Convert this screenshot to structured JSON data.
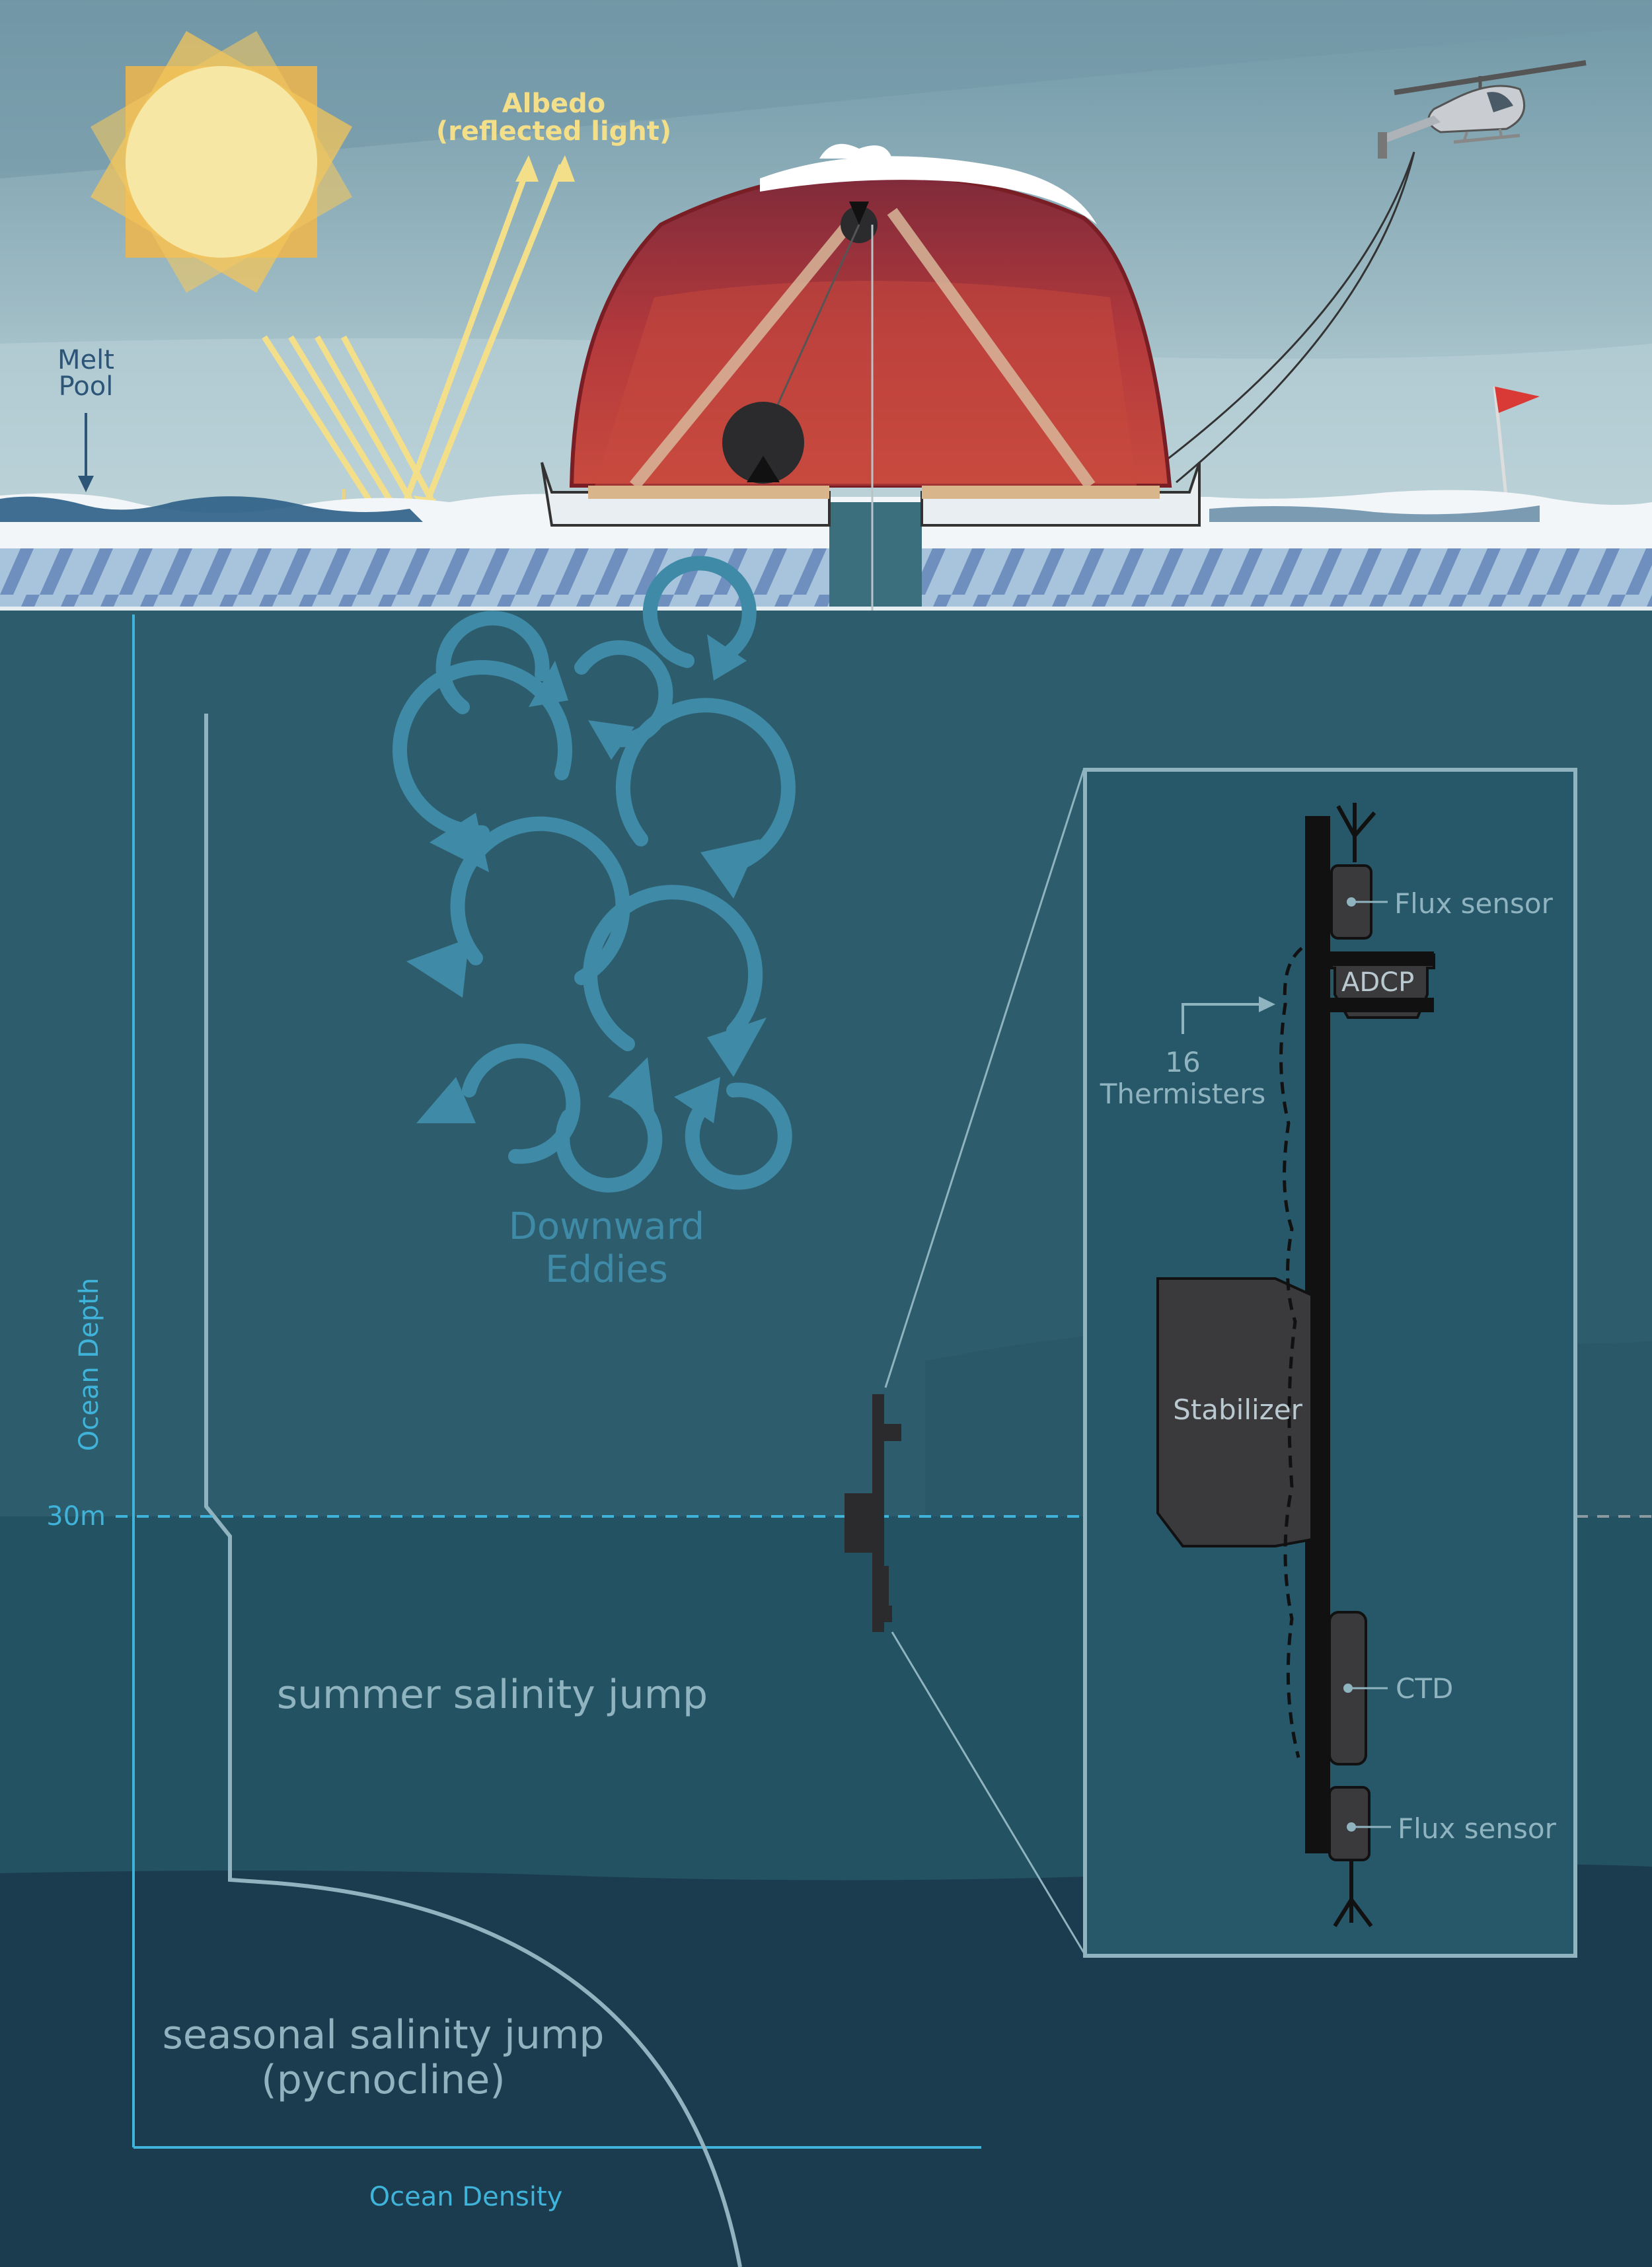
{
  "labels": {
    "albedo_line1": "Albedo",
    "albedo_line2": "(reflected light)",
    "melt_pool_line1": "Melt",
    "melt_pool_line2": "Pool",
    "eddies_line1": "Downward",
    "eddies_line2": "Eddies",
    "summer_jump": "summer salinity jump",
    "seasonal_jump_line1": "seasonal salinity jump",
    "seasonal_jump_line2": "(pycnocline)",
    "depth_30m": "30m",
    "ocean_depth_axis": "Ocean Depth",
    "ocean_density_axis": "Ocean Density",
    "inset": {
      "flux_sensor_top": "Flux sensor",
      "adcp": "ADCP",
      "thermisters_count": "16",
      "thermisters": "Thermisters",
      "stabilizer": "Stabilizer",
      "ctd": "CTD",
      "flux_sensor_bottom": "Flux sensor"
    }
  },
  "colors": {
    "sky_top": "#7aa0ad",
    "sky_bottom": "#b9d0d6",
    "ocean_upper": "#2d5d6d",
    "ocean_mixed": "#235262",
    "ocean_deep": "#1b3b4e",
    "eddy": "#3f8aa6",
    "tent_red": "#b3323a",
    "sun": "#f5e29a",
    "light_ray": "#f3df8a",
    "axis_cyan": "#3fb3d9",
    "label_gray": "#8fb3bf",
    "instrument": "#3a3a3d"
  }
}
